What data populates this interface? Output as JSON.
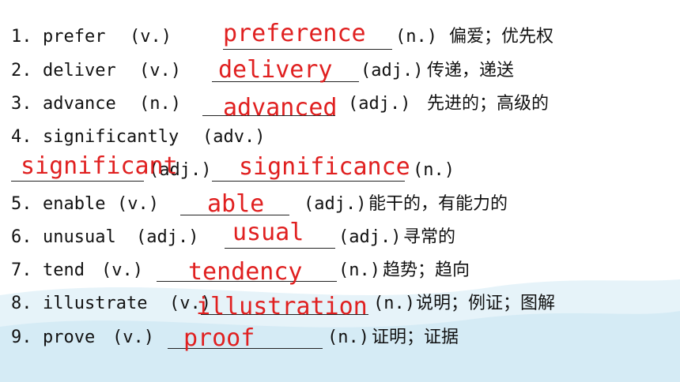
{
  "items": [
    {
      "num": "1.",
      "word": "prefer",
      "pos": "(v.)",
      "answer": "preference",
      "target_pos": "(n.)",
      "meaning": "偏爱；优先权"
    },
    {
      "num": "2.",
      "word": "deliver",
      "pos": "(v.)",
      "answer": "delivery",
      "target_pos": "(adj.)",
      "meaning": "传递，递送"
    },
    {
      "num": "3.",
      "word": "advance",
      "pos": "(n.)",
      "answer": "advanced",
      "target_pos": "(adj.)",
      "meaning": "先进的；高级的"
    },
    {
      "num": "4.",
      "word": "significantly",
      "pos": "(adv.)",
      "answer": "significant",
      "target_pos": "(adj.)",
      "answer2": "significance",
      "target_pos2": "(n.)",
      "meaning": ""
    },
    {
      "num": "5.",
      "word": "enable",
      "pos": "(v.)",
      "answer": "able",
      "target_pos": "(adj.)",
      "meaning": "能干的，有能力的"
    },
    {
      "num": "6.",
      "word": "unusual",
      "pos": "(adj.)",
      "answer": "usual",
      "target_pos": "(adj.)",
      "meaning": "寻常的"
    },
    {
      "num": "7.",
      "word": "tend",
      "pos": "(v.)",
      "answer": "tendency",
      "target_pos": "(n.)",
      "meaning": "趋势；趋向"
    },
    {
      "num": "8.",
      "word": "illustrate",
      "pos": "(v.)",
      "answer": "illustration",
      "target_pos": "(n.)",
      "meaning": "说明；例证；图解"
    },
    {
      "num": "9.",
      "word": "prove",
      "pos": "(v.)",
      "answer": "proof",
      "target_pos": "(n.)",
      "meaning": "证明；证据"
    }
  ],
  "colors": {
    "answer": "#e02020",
    "text": "#111111",
    "wave": "#dbeef6"
  }
}
